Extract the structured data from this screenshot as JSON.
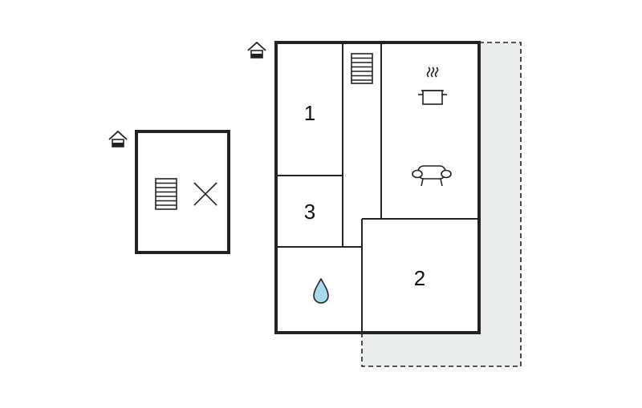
{
  "floorplan": {
    "outdoor_color": "#e9eded",
    "water_color": "#a8d8ec",
    "wall_color": "#222222",
    "buildings": [
      {
        "id": "annex",
        "entrance_icon": "house-entrance-icon",
        "fixtures": [
          "stairs-icon",
          "open-to-below-icon"
        ]
      },
      {
        "id": "main-house",
        "entrance_icon": "house-entrance-icon",
        "outdoor_area": "terrace",
        "rooms": [
          {
            "label": "1"
          },
          {
            "label": "3"
          },
          {
            "label": "2"
          }
        ],
        "fixtures": [
          "stairs-icon",
          "kitchen-pot-icon",
          "sofa-icon",
          "bathroom-water-drop-icon"
        ]
      }
    ]
  }
}
